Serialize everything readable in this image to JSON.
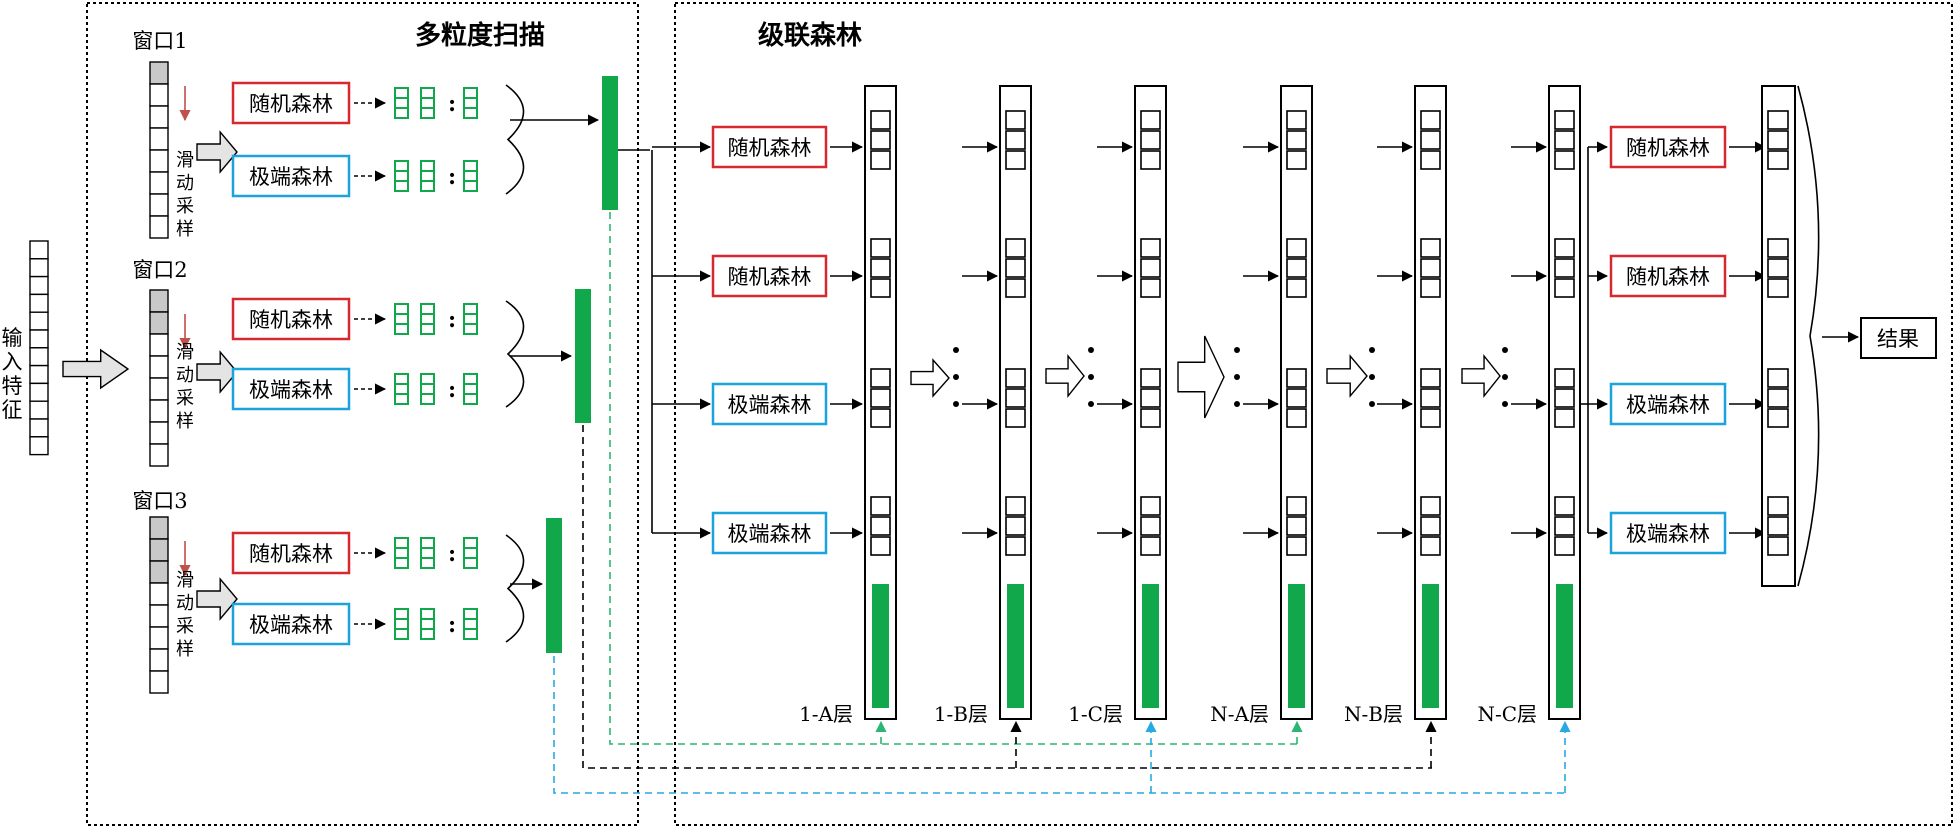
{
  "sections": {
    "multi_grain": "多粒度扫描",
    "cascade": "级联森林"
  },
  "input_label": [
    "输",
    "入",
    "特",
    "征"
  ],
  "windows": [
    {
      "label": "窗口1"
    },
    {
      "label": "窗口2"
    },
    {
      "label": "窗口3"
    }
  ],
  "sliding_label": [
    "滑",
    "动",
    "采",
    "样"
  ],
  "forests": {
    "random": "随机森林",
    "extreme": "极端森林"
  },
  "cascade_inputs": [
    "随机森林",
    "随机森林",
    "极端森林",
    "极端森林"
  ],
  "final_forests": [
    "随机森林",
    "随机森林",
    "极端森林",
    "极端森林"
  ],
  "layers": [
    "1-A层",
    "1-B层",
    "1-C层",
    "N-A层",
    "N-B层",
    "N-C层"
  ],
  "result": "结果",
  "colors": {
    "green": "#10a84a",
    "green_dash": "#2bb673",
    "red_box": "#d7282f",
    "blue_box": "#1aa3dc",
    "blue_dash": "#27a9e1",
    "arrow_red": "#c0504d",
    "gray_cell": "#c8c8c8",
    "gray_arrow": "#e4e4e4"
  }
}
